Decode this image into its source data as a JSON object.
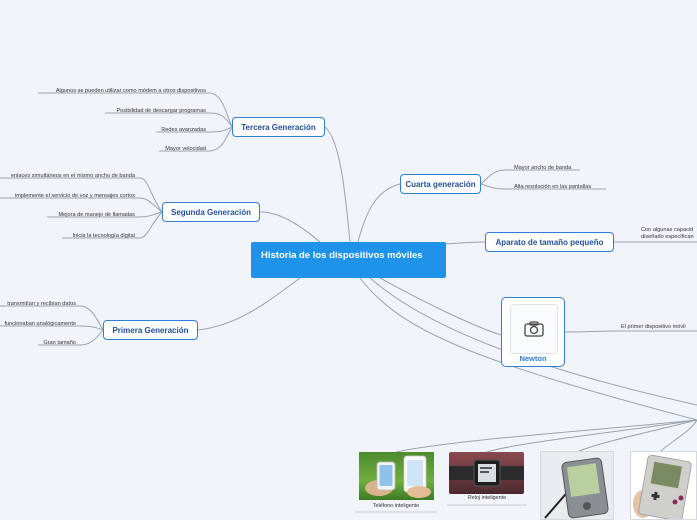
{
  "central": {
    "title": "Historia de los dispositivos móviles"
  },
  "branches": {
    "tercera": {
      "label": "Tercera Generación",
      "items": [
        "Algunos se pueden utilizar como módem a otros dispositivos",
        "Posibilidad de descargar programas",
        "Redes avanzadas",
        "Mayor velocidad"
      ]
    },
    "segunda": {
      "label": "Segunda Generación",
      "items": [
        "enlaces simultáneos en el mismo ancho de banda",
        "implemente el servicio de voz y mensajes cortos",
        "Mejora de manejo de llamadas",
        "Inicia la tecnología digital"
      ]
    },
    "primera": {
      "label": "Primera Generación",
      "items": [
        "transmitían y recibían datos",
        "funcionaban analógicamente",
        "Gran tamaño"
      ]
    },
    "cuarta": {
      "label": "Cuarta generación",
      "items": [
        "Mayor ancho de banda",
        "Alta resolución en las pantallas"
      ]
    },
    "aparato": {
      "label": "Aparato de tamaño pequeño",
      "items": [
        "Con algunas capacid",
        "diseñado específican"
      ]
    },
    "newton": {
      "label": "Newton",
      "icon": "camera-icon",
      "items": [
        "El primer dispositivo móvil"
      ]
    }
  },
  "gallery": [
    {
      "caption": "Teléfono inteligente"
    },
    {
      "caption": "Reloj inteligente"
    },
    {
      "caption": ""
    },
    {
      "caption": ""
    }
  ],
  "colors": {
    "accent": "#2f7fd6",
    "central": "#1f93ea",
    "connector": "#9aa3ad",
    "background": "#f1f4fb"
  }
}
